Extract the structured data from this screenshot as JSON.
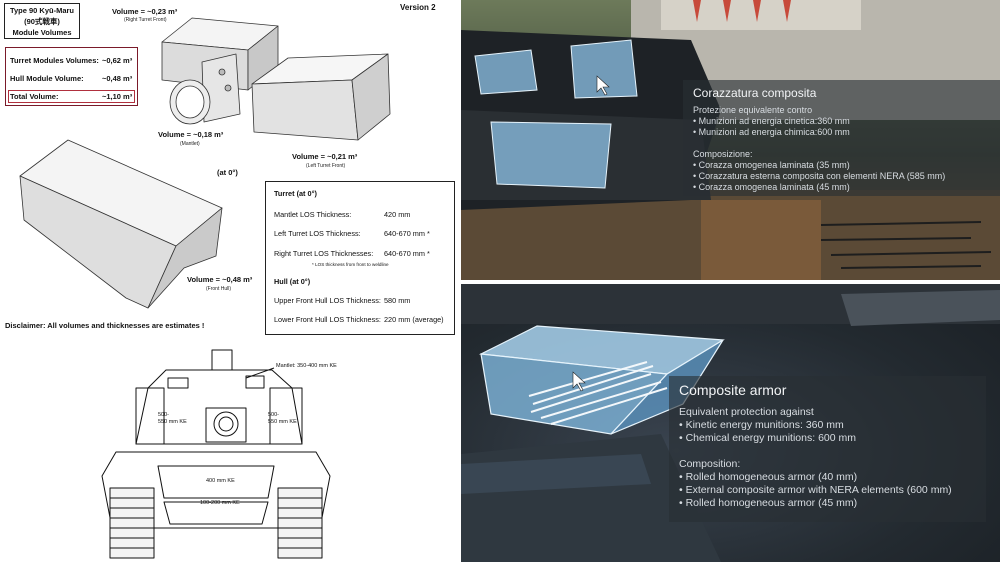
{
  "diagram": {
    "title_line1": "Type 90 Kyū-Maru",
    "title_line2": "(90式戦車)",
    "title_line3": "Module Volumes",
    "version": "Version 2",
    "volumes_box": {
      "turret_label": "Turret Modules Volumes:",
      "turret_value": "~0,62 m³",
      "hull_label": "Hull Module Volume:",
      "hull_value": "~0,48 m³",
      "total_label": "Total Volume:",
      "total_value": "~1,10 m³"
    },
    "labels": {
      "right_turret": "Volume = ~0,23 m³",
      "right_turret_sub": "(Right Turret Front)",
      "mantlet": "Volume = ~0,18 m³",
      "mantlet_sub": "(Mantlet)",
      "left_turret": "Volume = ~0,21 m³",
      "left_turret_sub": "(Left Turret Front)",
      "at0": "(at 0°)",
      "front_hull": "Volume = ~0,48 m³",
      "front_hull_sub": "(Front Hull)"
    },
    "los_box": {
      "turret_header": "Turret (at 0°)",
      "mantlet_label": "Mantlet LOS Thickness:",
      "mantlet_value": "420 mm",
      "left_label": "Left Turret LOS Thickness:",
      "left_value": "640-670 mm *",
      "right_label": "Right Turret LOS Thicknesses:",
      "right_value": "640-670 mm *",
      "footnote": "* LOS thickness from front to weldline",
      "hull_header": "Hull (at 0°)",
      "upper_label": "Upper Front Hull LOS Thickness:",
      "upper_value": "580 mm",
      "lower_label": "Lower Front Hull LOS Thickness:",
      "lower_value": "220 mm (average)"
    },
    "disclaimer": "Disclaimer: All volumes and thicknesses are estimates !",
    "tank": {
      "mantlet_label": "Mantlet: 350-400 mm KE",
      "left_cheek": "500-\n550 mm KE",
      "right_cheek": "500-\n550 mm KE",
      "upper_hull": "400 mm KE",
      "lower_hull": "100-200 mm KE"
    }
  },
  "screenshot_italian": {
    "title": "Corazzatura composita",
    "line1": "Protezione equivalente contro",
    "line2": "• Munizioni ad energia cinetica:360 mm",
    "line3": "• Munizioni ad energia chimica:600 mm",
    "line4": "Composizione:",
    "line5": "• Corazza omogenea laminata (35 mm)",
    "line6": "• Corazzatura esterna composita con elementi NERA (585 mm)",
    "line7": "• Corazza omogenea laminata (45 mm)"
  },
  "screenshot_english": {
    "title": "Composite armor",
    "line1": "Equivalent protection against",
    "line2": "• Kinetic energy munitions: 360 mm",
    "line3": "• Chemical energy munitions: 600 mm",
    "line4": "Composition:",
    "line5": "• Rolled homogeneous armor (40 mm)",
    "line6": "• External composite armor with NERA elements (600 mm)",
    "line7": "• Rolled homogeneous armor (45 mm)"
  },
  "colors": {
    "total_border": "#b0303e",
    "armor_highlight": "#8fc4ea",
    "tooltip_bg": "#282e34"
  }
}
